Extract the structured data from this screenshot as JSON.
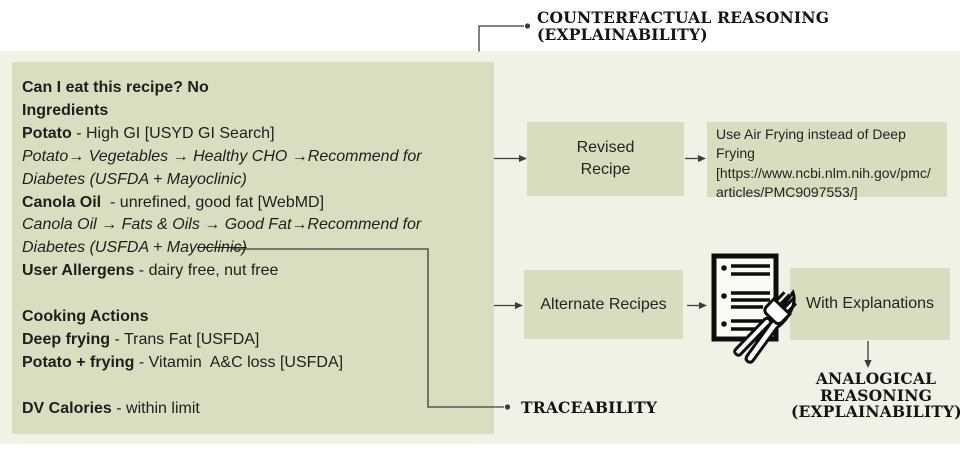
{
  "colors": {
    "background_band": "#f1f1e5",
    "panel": "#dadec1",
    "box": "#d9ddbf",
    "line": "#3c3c3c",
    "text": "#1e1e1e"
  },
  "labels": {
    "counterfactual": {
      "line1": "COUNTERFACTUAL REASONING",
      "line2": "(EXPLAINABILITY)"
    },
    "traceability": "TRACEABILITY",
    "analogical": {
      "line1": "ANALOGICAL",
      "line2": "REASONING",
      "line3": "(EXPLAINABILITY)"
    }
  },
  "panel": {
    "lines": [
      {
        "segments": [
          {
            "text": "Can I eat this recipe? No",
            "style": "bold"
          }
        ]
      },
      {
        "segments": [
          {
            "text": "Ingredients",
            "style": "bold"
          }
        ]
      },
      {
        "segments": [
          {
            "text": "Potato",
            "style": "bold"
          },
          {
            "text": " - High GI [USYD GI Search]"
          }
        ]
      },
      {
        "segments": [
          {
            "text": "Potato→ Vegetables → Healthy CHO →Recommend for",
            "style": "italic"
          }
        ]
      },
      {
        "segments": [
          {
            "text": "Diabetes (USFDA + Mayoclinic)",
            "style": "italic"
          }
        ]
      },
      {
        "segments": [
          {
            "text": "Canola Oil",
            "style": "bold"
          },
          {
            "text": "  - unrefined, good fat [WebMD]"
          }
        ]
      },
      {
        "segments": [
          {
            "text": "Canola Oil → Fats & Oils → Good Fat→Recommend for",
            "style": "italic"
          }
        ]
      },
      {
        "segments": [
          {
            "text": "Diabetes (USFDA + May",
            "style": "italic"
          },
          {
            "text": "oclinic)",
            "style": "strike"
          }
        ]
      },
      {
        "segments": [
          {
            "text": "User Allergens",
            "style": "bold"
          },
          {
            "text": " - dairy free, nut free"
          }
        ]
      },
      {
        "segments": []
      },
      {
        "segments": [
          {
            "text": "Cooking Actions",
            "style": "bold"
          }
        ]
      },
      {
        "segments": [
          {
            "text": "Deep frying",
            "style": "bold"
          },
          {
            "text": " - Trans Fat [USFDA]"
          }
        ]
      },
      {
        "segments": [
          {
            "text": "Potato + frying",
            "style": "bold"
          },
          {
            "text": " - Vitamin  A&C loss [USFDA]"
          }
        ]
      },
      {
        "segments": []
      },
      {
        "segments": [
          {
            "text": "DV Calories",
            "style": "bold"
          },
          {
            "text": " - within limit"
          }
        ]
      }
    ]
  },
  "boxes": {
    "revised_recipe": {
      "line1": "Revised",
      "line2": "Recipe"
    },
    "air_frying": {
      "text": "Use Air Frying instead of Deep Frying",
      "url": "[https://www.ncbi.nlm.nih.gov/pmc/articles/PMC9097553/]"
    },
    "alternate_recipes": {
      "label": "Alternate Recipes"
    },
    "with_explanations": {
      "label": "With Explanations"
    }
  },
  "icons": {
    "recipe_doc": "recipe-document-with-cutlery-icon"
  }
}
